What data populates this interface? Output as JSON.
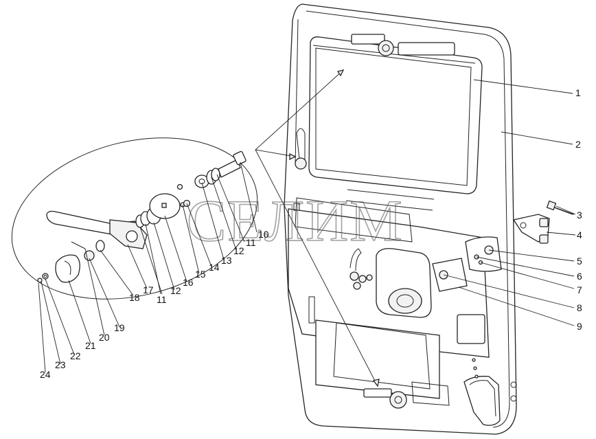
{
  "watermark": "СЕЛИМ",
  "callouts": [
    {
      "id": "c1",
      "label": "1"
    },
    {
      "id": "c2",
      "label": "2"
    },
    {
      "id": "c3",
      "label": "3"
    },
    {
      "id": "c4",
      "label": "4"
    },
    {
      "id": "c5",
      "label": "5"
    },
    {
      "id": "c6",
      "label": "6"
    },
    {
      "id": "c7",
      "label": "7"
    },
    {
      "id": "c8",
      "label": "8"
    },
    {
      "id": "c9",
      "label": "9"
    },
    {
      "id": "c10",
      "label": "10"
    },
    {
      "id": "c11a",
      "label": "11"
    },
    {
      "id": "c12a",
      "label": "12"
    },
    {
      "id": "c13",
      "label": "13"
    },
    {
      "id": "c14",
      "label": "14"
    },
    {
      "id": "c15",
      "label": "15"
    },
    {
      "id": "c16",
      "label": "16"
    },
    {
      "id": "c12b",
      "label": "12"
    },
    {
      "id": "c11b",
      "label": "11"
    },
    {
      "id": "c17",
      "label": "17"
    },
    {
      "id": "c18",
      "label": "18"
    },
    {
      "id": "c19",
      "label": "19"
    },
    {
      "id": "c20",
      "label": "20"
    },
    {
      "id": "c21",
      "label": "21"
    },
    {
      "id": "c22",
      "label": "22"
    },
    {
      "id": "c23",
      "label": "23"
    },
    {
      "id": "c24",
      "label": "24"
    }
  ]
}
